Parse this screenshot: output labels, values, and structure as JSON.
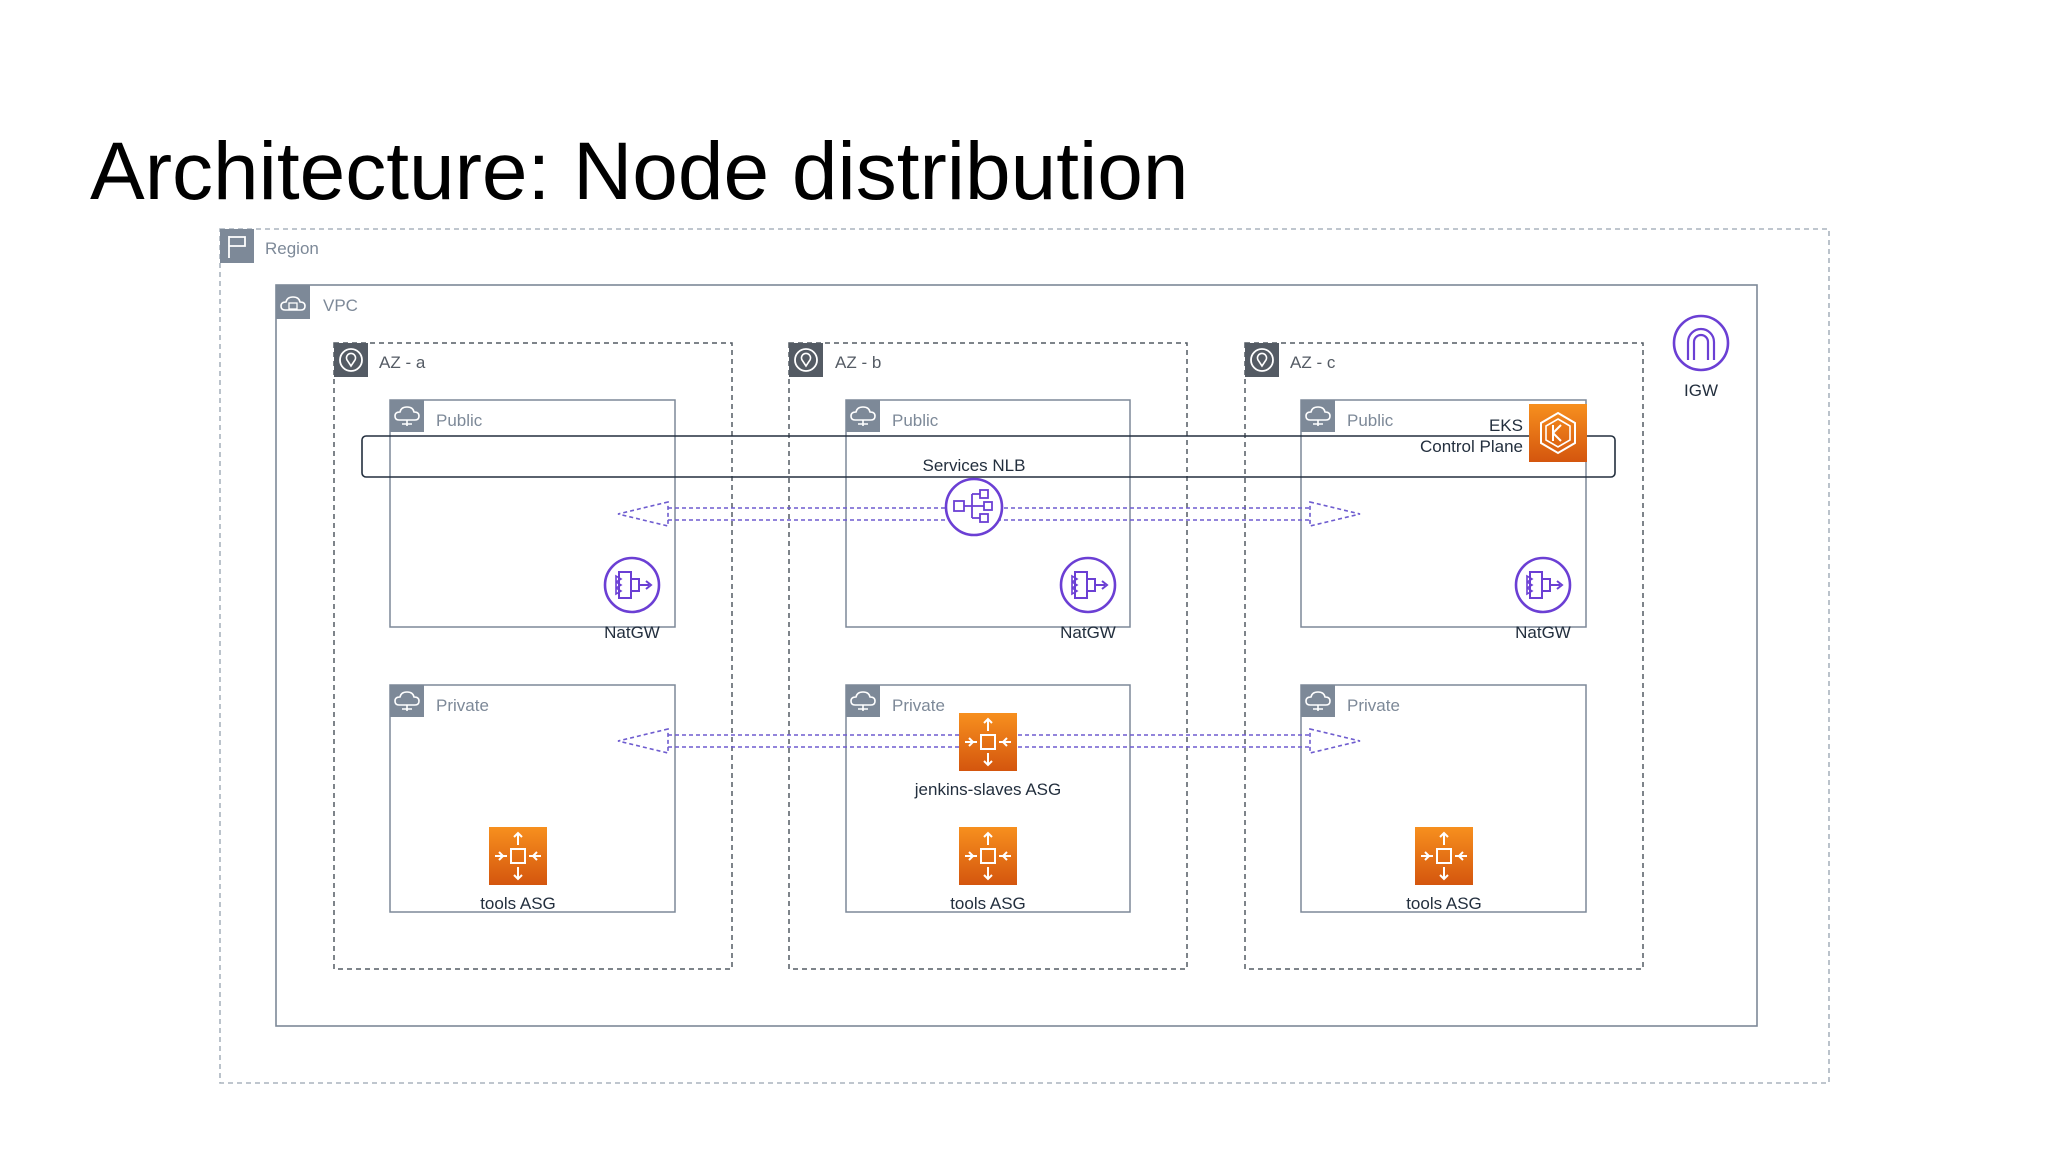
{
  "slide": {
    "title": "Architecture: Node distribution"
  },
  "diagram": {
    "region_label": "Region",
    "vpc_label": "VPC",
    "igw_label": "IGW",
    "azs": [
      {
        "label": "AZ - a",
        "public_label": "Public",
        "natgw_label": "NatGW",
        "private_label": "Private",
        "tools_label": "tools ASG"
      },
      {
        "label": "AZ - b",
        "public_label": "Public",
        "natgw_label": "NatGW",
        "private_label": "Private",
        "tools_label": "tools ASG"
      },
      {
        "label": "AZ - c",
        "public_label": "Public",
        "natgw_label": "NatGW",
        "private_label": "Private",
        "tools_label": "tools ASG"
      }
    ],
    "eks_label_line1": "EKS",
    "eks_label_line2": "Control Plane",
    "nlb_label": "Services NLB",
    "jenkins_label": "jenkins-slaves ASG"
  },
  "colors": {
    "group_border": "#7d8998",
    "group_label": "#7d8998",
    "purple": "#6b3fd4",
    "orange_top": "#f7901e",
    "orange_bottom": "#d4560e",
    "dashed_arrow": "#6e5ccf"
  },
  "icons": [
    "flag-icon",
    "cloud-lock-icon",
    "location-pin-icon",
    "cloud-subnet-icon",
    "nat-gateway-icon",
    "internet-gateway-icon",
    "eks-icon",
    "load-balancer-icon",
    "auto-scaling-icon"
  ]
}
